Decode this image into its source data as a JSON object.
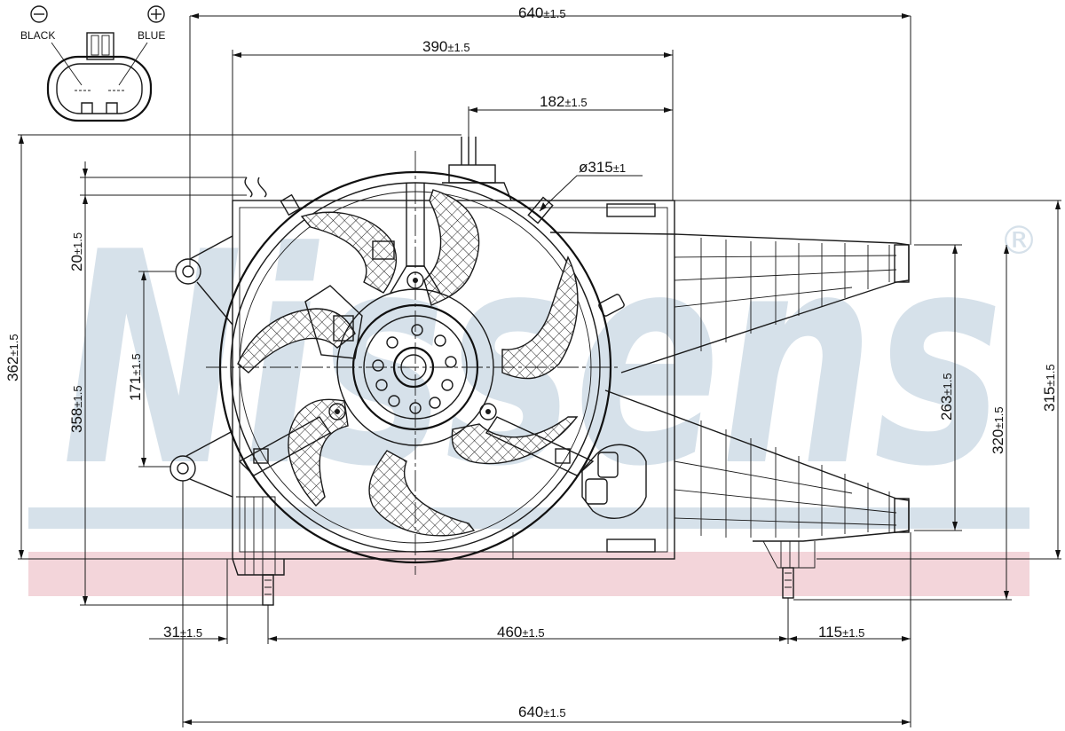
{
  "watermark": {
    "brand": "Nissens",
    "registered_mark": "®",
    "color": "#d6e1ea",
    "band_color": "#f3d5da"
  },
  "connector": {
    "minus_symbol": "⊖",
    "plus_symbol": "⊕",
    "black_label": "BLACK",
    "blue_label": "BLUE"
  },
  "dimensions": {
    "top_width": {
      "value": "640",
      "tol": "±1.5"
    },
    "bottom_width": {
      "value": "640",
      "tol": "±1.5"
    },
    "width_390": {
      "value": "390",
      "tol": "±1.5"
    },
    "width_182": {
      "value": "182",
      "tol": "±1.5"
    },
    "fan_diameter": {
      "value": "ø315",
      "tol": "±1"
    },
    "offset_20": {
      "value": "20",
      "tol": "±1.5"
    },
    "height_362": {
      "value": "362",
      "tol": "±1.5"
    },
    "height_358": {
      "value": "358",
      "tol": "±1.5"
    },
    "height_171": {
      "value": "171",
      "tol": "±1.5"
    },
    "height_263": {
      "value": "263",
      "tol": "±1.5"
    },
    "height_320": {
      "value": "320",
      "tol": "±1.5"
    },
    "height_315": {
      "value": "315",
      "tol": "±1.5"
    },
    "bottom_31": {
      "value": "31",
      "tol": "±1.5"
    },
    "bottom_460": {
      "value": "460",
      "tol": "±1.5"
    },
    "bottom_115": {
      "value": "115",
      "tol": "±1.5"
    }
  }
}
